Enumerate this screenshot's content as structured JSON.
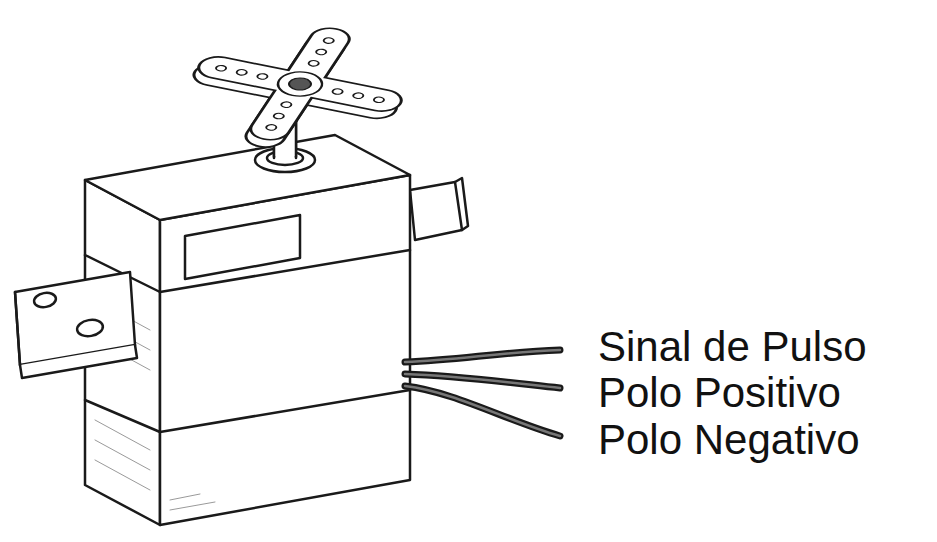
{
  "diagram": {
    "labels": [
      "Sinal de Pulso",
      "Polo Positivo",
      "Polo Negativo"
    ]
  }
}
